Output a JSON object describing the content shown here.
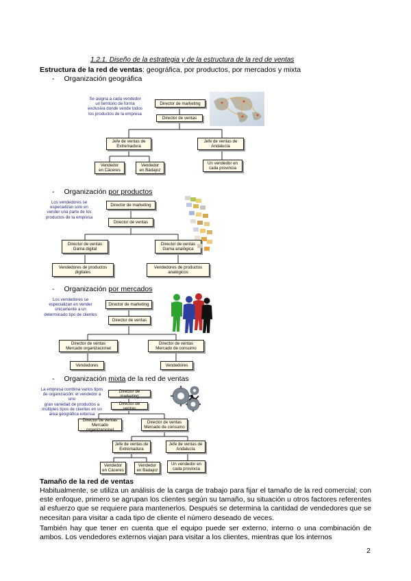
{
  "section_title": "1.2.1. Diseño de la estrategia y de la estructura de la red de ventas",
  "structure_intro": {
    "bold": "Estructura de la red de ventas",
    "rest": ": geográfica, por productos, por mercados y mixta"
  },
  "dash": "-",
  "geo": {
    "heading": "Organización geográfica",
    "note": "Se asigna a cada vendedor\nun territorio de forma\nexclusiva donde vende todos\nlos productos de la empresa",
    "boxes": [
      "Director de marketing",
      "Director de ventas",
      "Jefe de ventas de\nExtremadura",
      "Jefe de ventas de\nAndalucía",
      "Vendedor\nen Cáceres",
      "Vendedor\nen Badajoz",
      "Un vendedor en\ncada provincia"
    ]
  },
  "prod": {
    "heading_plain": "Organización ",
    "heading_underlined": "por productos",
    "note": "Los vendedores se\nespecializan solo en\nvender una parte de los\nproductos de la empresa",
    "boxes": [
      "Director de marketing",
      "Director de ventas",
      "Director de ventas\nGama digital",
      "Director de ventas\nGama analógica",
      "Vendedores de productos\ndigitales",
      "Vendedores de productos\nanalógicos"
    ]
  },
  "merc": {
    "heading_plain": "Organización ",
    "heading_underlined": "por mercados",
    "note": "Los vendedores se\nespecializan en vender\núnicamente a un\ndeterminado tipo de clientes",
    "boxes": [
      "Director de marketing",
      "Director de ventas",
      "Director de ventas\nMercado organizacional",
      "Director de ventas\nMercado de consumo",
      "Vendedores",
      "Vendedores"
    ]
  },
  "mixta": {
    "heading_plain": "Organización ",
    "heading_underlined": "mixta",
    "heading_rest": " de la red de ventas",
    "note": "La empresa combina varios tipos\nde organización: el vendedor a uno\ngran variedad de productos a\nmúltiples tipos de clientes en un\nárea geográfica extensa",
    "boxes": [
      "Director de marketing",
      "Director de ventas",
      "Director de ventas\nMercado organizacional",
      "Director de ventas\nMercado de consumo",
      "Jefe de ventas de\nExtremadura",
      "Jefe de ventas de\nAndalucía",
      "Vendedor\nen Cáceres",
      "Vendedor\nen Badajoz",
      "Un vendedor en\ncada provincia"
    ]
  },
  "size": {
    "heading": "Tamaño de la red de ventas",
    "para1": "Habitualmente, se utiliza un análisis de la carga de trabajo para fijar el tamaño de la red comercial; con este enfoque, primero se agrupan los clientes según su tamaño, su situación u otros factores referentes al esfuerzo que se requiere para mantenerlos. Después se determina la cantidad de vendedores que se necesitan para visitar a cada tipo de cliente el número deseado de veces.",
    "para2": "También hay que tener en cuenta que el equipo puede ser externo, interno o una combinación de ambos. Los vendedores externos viajan para visitar a los clientes, mientras que los internos"
  },
  "page_number": "2",
  "colors": {
    "note_text": "#22237a",
    "box_fill": "#fffbe8"
  }
}
